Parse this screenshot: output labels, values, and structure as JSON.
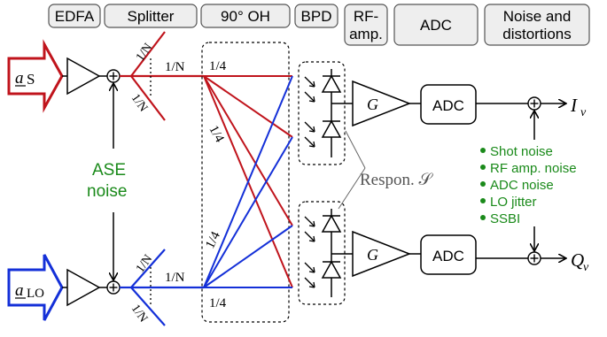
{
  "stages": {
    "edfa": "EDFA",
    "splitter": "Splitter",
    "hybrid": "90° OH",
    "bpd": "BPD",
    "rf_amp_line1": "RF-",
    "rf_amp_line2": "amp.",
    "adc": "ADC",
    "noise_line1": "Noise and",
    "noise_line2": "distortions"
  },
  "inputs": {
    "signal": "a",
    "signal_sub": "S",
    "lo": "a",
    "lo_sub": "LO"
  },
  "ase": {
    "line1": "ASE",
    "line2": "noise"
  },
  "split_labels": {
    "one_over_n": "1/N",
    "quarter": "1/4"
  },
  "blocks": {
    "gain": "G",
    "adc": "ADC",
    "plus": "+"
  },
  "responsivity": "Respon. 𝒮",
  "outputs": {
    "i": "I",
    "i_sub": "v",
    "q": "Q",
    "q_sub": "v"
  },
  "noise_list": [
    "Shot noise",
    "RF amp. noise",
    "ADC noise",
    "LO jitter",
    "SSBI"
  ],
  "colors": {
    "signal_path": "#c0141c",
    "lo_path": "#1430d8",
    "noise_text": "#1a8a1a"
  }
}
